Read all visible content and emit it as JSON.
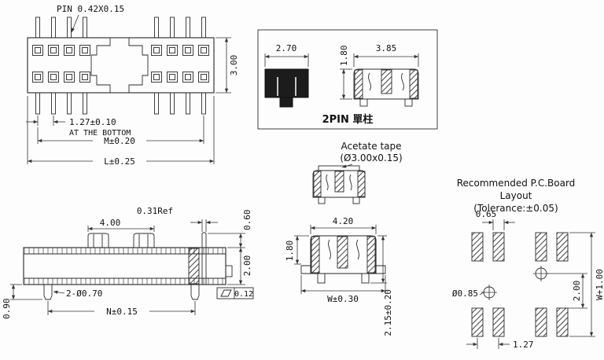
{
  "colors": {
    "ink": "#262626",
    "paper": "#fdfdfd"
  },
  "drawing": {
    "front_view": {
      "pin_label": "PIN 0.42X0.15",
      "dim_height": "3.00",
      "dim_pitch": "1.27±0.10",
      "pitch_note": "AT THE BOTTOM",
      "dim_m": "M±0.20",
      "dim_l": "L±0.25"
    },
    "two_pin_detail": {
      "dim_body_width": "2.70",
      "dim_height": "1.80",
      "dim_total_width": "3.85",
      "caption": "2PIN 單柱"
    },
    "acetate_tape": {
      "label": "Acetate tape",
      "spec": "(Ø3.00x0.15)"
    },
    "side_view": {
      "dim_wall": "0.31Ref",
      "dim_tab_span": "4.00",
      "dim_step": "0.60",
      "dim_body_height": "2.00",
      "coplanarity": "0.12",
      "dim_pegs": "2-Ø0.70",
      "dim_peg_length": "0.90",
      "dim_span": "N±0.15"
    },
    "section_view": {
      "dim_top_width": "4.20",
      "dim_cavity_height": "1.80",
      "dim_w": "W±0.30",
      "dim_total_height": "2.15±0.20"
    },
    "pcb_layout": {
      "title_line1": "Recommended P.C.Board",
      "title_line2": "Layout",
      "title_line3": "(Tolerance:±0.05)",
      "dim_pad_width": "0.65",
      "dim_hole_to_pad": "2.00",
      "dim_w": "W+1.00",
      "dim_hole_dia": "Ø0.85",
      "dim_pitch": "1.27"
    }
  }
}
